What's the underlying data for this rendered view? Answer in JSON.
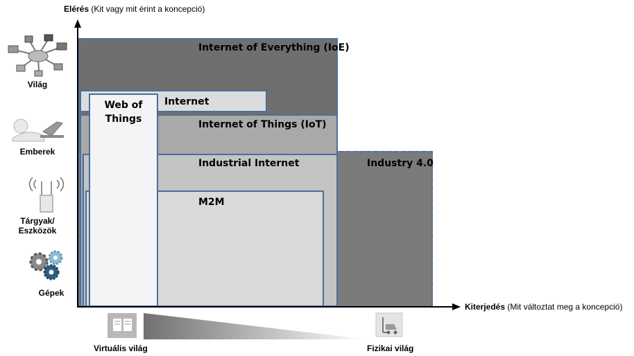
{
  "y_axis": {
    "title": "Elérés",
    "subtitle": "(Kit vagy mit érint a koncepció)"
  },
  "x_axis": {
    "title": "Kiterjedés",
    "subtitle": "(Mit változtat meg a koncepció)"
  },
  "rows": [
    {
      "label": "Világ",
      "icon": "network-globe-icon"
    },
    {
      "label": "Emberek",
      "icon": "person-laptop-icon"
    },
    {
      "label_line1": "Tárgyak/",
      "label_line2": "Eszközök",
      "icon": "wireless-device-icon"
    },
    {
      "label": "Gépek",
      "icon": "gears-icon"
    }
  ],
  "concepts": {
    "ioe": "Internet of Everything (IoE)",
    "internet": "Internet",
    "wot_line1": "Web of",
    "wot_line2": "Things",
    "iot": "Internet of Things (IoT)",
    "industrial": "Industrial Internet",
    "industry40": "Industry 4.0",
    "m2m": "M2M"
  },
  "bottom": {
    "virtual": "Virtuális világ",
    "physical": "Fizikai világ"
  },
  "colors": {
    "ioe": "#6f6f6f",
    "internet": "#dcdcdc",
    "iot": "#a9a9a9",
    "industrial": "#c4c4c4",
    "m2m": "#d9d9d9",
    "wot": "#f2f4f6",
    "industry40": "#7b7b7b",
    "border": "#4a6f9b"
  }
}
